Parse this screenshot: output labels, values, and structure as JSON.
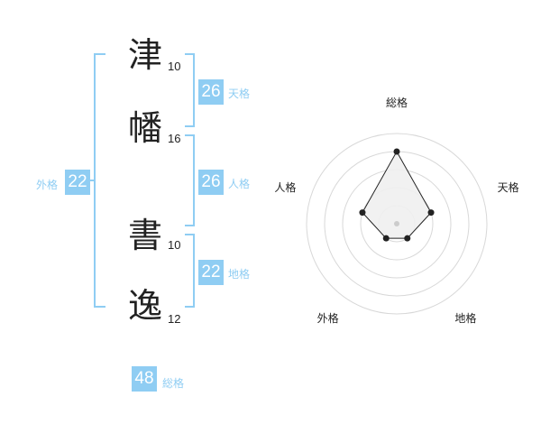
{
  "name_chars": [
    {
      "char": "津",
      "strokes": "10"
    },
    {
      "char": "幡",
      "strokes": "16"
    },
    {
      "char": "書",
      "strokes": "10"
    },
    {
      "char": "逸",
      "strokes": "12"
    }
  ],
  "fortunes": {
    "tenkaku": {
      "value": "26",
      "label": "天格"
    },
    "jinkaku": {
      "value": "26",
      "label": "人格"
    },
    "chikaku": {
      "value": "22",
      "label": "地格"
    },
    "gaikaku": {
      "value": "22",
      "label": "外格"
    },
    "soukaku": {
      "value": "48",
      "label": "総格"
    }
  },
  "colors": {
    "accent": "#8fcdf3",
    "text": "#222222",
    "ring": "#d8d8d8"
  },
  "chart_data": {
    "type": "radar",
    "axes": [
      "総格",
      "天格",
      "地格",
      "外格",
      "人格"
    ],
    "levels": 5,
    "values": [
      4,
      2,
      1,
      1,
      2
    ],
    "max": 5
  }
}
